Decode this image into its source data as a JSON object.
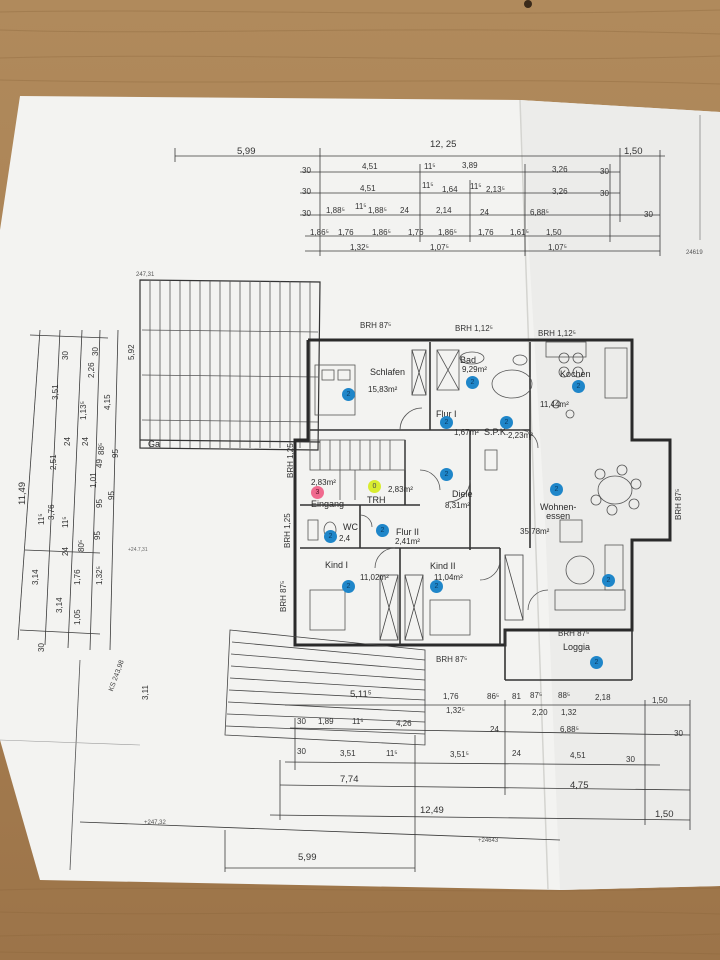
{
  "rooms": {
    "schlafen": {
      "name": "Schlafen",
      "area": "15,83m²"
    },
    "bad": {
      "name": "Bad",
      "area": "9,29m²"
    },
    "kochen": {
      "name": "Kochen",
      "area": "11,44m²"
    },
    "flur": {
      "name": "Flur I",
      "area": "1,67m²"
    },
    "spk": {
      "name": "S.P.K.",
      "area": "2,23m²"
    },
    "trh": {
      "name": "TRH",
      "area": "2,83m²"
    },
    "eingang": {
      "name": "Eingang",
      "area": "2,83m²"
    },
    "diele": {
      "name": "Diele",
      "area": "8,31m²"
    },
    "wohnen": {
      "name": "Wohnen-\nessen",
      "area": "35,78m²"
    },
    "wc": {
      "name": "WC",
      "area": "2,4"
    },
    "flur2": {
      "name": "Flur II",
      "area": "2,41m²"
    },
    "kind1": {
      "name": "Kind I",
      "area": "11,02m²"
    },
    "kind2": {
      "name": "Kind II",
      "area": "11,04m²"
    },
    "loggia": {
      "name": "Loggia"
    },
    "ga": {
      "name": "Ga"
    }
  },
  "brh": {
    "schlafen": "BRH 87⁵",
    "bad": "BRH 1,12⁵",
    "kochen": "BRH 1,12⁵",
    "west_upper": "BRH 1,25",
    "west_mid": "BRH 1,25",
    "west_lower": "BRH 87⁵",
    "east": "BRH 87⁵",
    "loggia": "BRH 87⁵",
    "kind": "BRH 87⁵"
  },
  "dimensions_top": {
    "row1": [
      "5,99",
      "12, 25",
      "1,50"
    ],
    "row2": [
      "30",
      "4,51",
      "11⁵",
      "3,89",
      "3,26",
      "30"
    ],
    "row3": [
      "30",
      "4,51",
      "11⁵",
      "1,64",
      "11⁵",
      "2,13⁵",
      "3,26",
      "30"
    ],
    "row4": [
      "30",
      "1,88⁵",
      "11⁵",
      "1,88⁵",
      "24",
      "2,14",
      "24",
      "6,88⁵",
      "30"
    ],
    "row5": [
      "1,86⁵",
      "1,76",
      "1,86⁵",
      "1,76",
      "1,86⁵",
      "1,76",
      "1,61⁵",
      "1,50"
    ],
    "row6": [
      "1,32⁵",
      "1,07⁵",
      "1,07⁵"
    ]
  },
  "dimensions_bottom": {
    "row1": [
      "5,11⁵",
      "1,76",
      "1,32⁵",
      "86⁵",
      "81",
      "87⁵",
      "88⁵",
      "2,20",
      "1,32",
      "2,18",
      "1,50"
    ],
    "row2": [
      "30",
      "1,89",
      "11⁵",
      "4,26",
      "24",
      "6,88⁵",
      "30"
    ],
    "row3": [
      "30",
      "3,51",
      "11⁵",
      "3,51⁵",
      "24",
      "4,51",
      "30"
    ],
    "row4": [
      "7,74",
      "4,75"
    ],
    "row5": [
      "12,49",
      "1,50"
    ],
    "row6": [
      "5,99"
    ]
  },
  "dimensions_left": {
    "outer": "11,49",
    "col_a": [
      "3,51",
      "2,51",
      "3,76",
      "3,14",
      "3,14"
    ],
    "col_b": [
      "30",
      "11⁵",
      "24",
      "11⁵",
      "24",
      "1,76",
      "80⁵",
      "1,05",
      "30"
    ],
    "col_c": [
      "30",
      "1,13⁵",
      "24",
      "1,01",
      "49",
      "88⁵",
      "95",
      "1,32⁵",
      "95"
    ],
    "col_d": [
      "4,15",
      "95",
      "95"
    ],
    "upper": "2,26",
    "left_small": "5,92",
    "left_stair": "3,11"
  },
  "annotations": {
    "elevation_ne": "24619",
    "elevation_w": "247,31",
    "ks": "KS 243,98",
    "elevation_bl": "+247,32",
    "elevation_br": "+24643",
    "window_mark": "+24.7,31"
  },
  "markers": [
    {
      "id": "m1",
      "label": "2",
      "color": "#1f86c9"
    },
    {
      "id": "m2",
      "label": "2",
      "color": "#1f86c9"
    },
    {
      "id": "m3",
      "label": "2",
      "color": "#1f86c9"
    },
    {
      "id": "m4",
      "label": "2",
      "color": "#1f86c9"
    },
    {
      "id": "m5",
      "label": "2",
      "color": "#1f86c9"
    },
    {
      "id": "m6",
      "label": "2",
      "color": "#1f86c9"
    },
    {
      "id": "m7",
      "label": "0",
      "color": "#d9ec2f"
    },
    {
      "id": "m8",
      "label": "3",
      "color": "#f06a8e"
    },
    {
      "id": "m9",
      "label": "2",
      "color": "#1f86c9"
    },
    {
      "id": "m10",
      "label": "2",
      "color": "#1f86c9"
    },
    {
      "id": "m11",
      "label": "2",
      "color": "#1f86c9"
    },
    {
      "id": "m12",
      "label": "2",
      "color": "#1f86c9"
    },
    {
      "id": "m13",
      "label": "2",
      "color": "#1f86c9"
    },
    {
      "id": "m14",
      "label": "2",
      "color": "#1f86c9"
    },
    {
      "id": "m15",
      "label": "2",
      "color": "#1f86c9"
    }
  ]
}
